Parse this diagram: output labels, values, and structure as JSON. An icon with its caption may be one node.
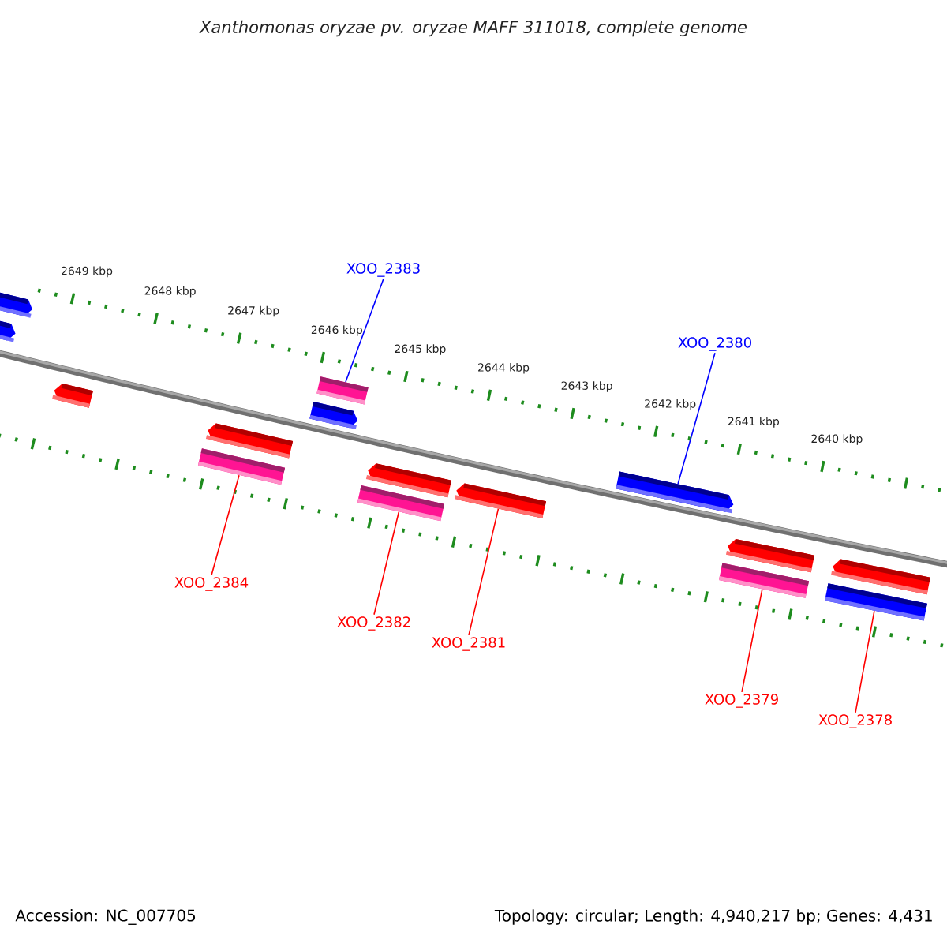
{
  "diagram": {
    "title": "Xanthomonas oryzae pv. oryzae MAFF 311018, complete genome",
    "nodes": [
      {
        "text": [
          "XOO_2383"
        ]
      },
      {
        "text": [
          "XOO_2380"
        ]
      },
      {
        "text": [
          "XOO_2384"
        ]
      },
      {
        "text": [
          "XOO_2382"
        ]
      },
      {
        "text": [
          "XOO_2381"
        ]
      },
      {
        "text": [
          "XOO_2379"
        ]
      },
      {
        "text": [
          "XOO_2378"
        ]
      },
      {
        "text": [],
        "shape": "arrow"
      },
      {
        "text": [],
        "shape": "arrow"
      },
      {
        "text": [],
        "shape": "arrow"
      },
      {
        "text": [],
        "shape": "box"
      },
      {
        "text": [],
        "shape": "arrow"
      },
      {
        "text": [],
        "shape": "arrow"
      },
      {
        "text": [],
        "shape": "box"
      },
      {
        "text": [],
        "shape": "box"
      },
      {
        "text": [],
        "shape": "arrow"
      },
      {
        "text": [],
        "shape": "arrow"
      },
      {
        "text": [],
        "shape": "arrow"
      },
      {
        "text": [],
        "shape": "box"
      },
      {
        "text": [],
        "shape": "arrow"
      },
      {
        "text": [],
        "shape": "box"
      },
      {
        "text": [],
        "shape": "arrow"
      }
    ],
    "edges": [
      {
        "from": 0,
        "to": 13,
        "arrow": "none",
        "color": "#0000ff"
      },
      {
        "from": 1,
        "to": 17,
        "arrow": "none",
        "color": "#0000ff"
      },
      {
        "from": 2,
        "to": 10,
        "arrow": "none"
      },
      {
        "from": 3,
        "to": 14,
        "arrow": "none"
      },
      {
        "from": 4,
        "to": 16,
        "arrow": "none"
      },
      {
        "from": 5,
        "to": 18,
        "arrow": "none"
      },
      {
        "from": 6,
        "to": 20,
        "arrow": "none"
      }
    ],
    "labels": [
      "2649 kbp",
      "2648 kbp",
      "2647 kbp",
      "2646 kbp",
      "2645 kbp",
      "2644 kbp",
      "2643 kbp",
      "2642 kbp",
      "2641 kbp",
      "2640 kbp",
      "Accession: NC_007705",
      "Topology: circular; Length: 4,940,217 bp; Genes: 4,431"
    ]
  }
}
